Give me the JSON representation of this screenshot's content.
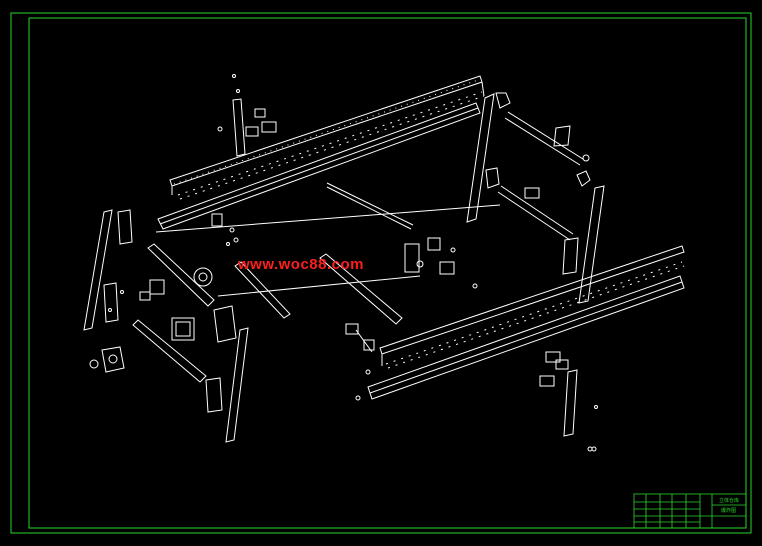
{
  "drawing": {
    "watermark": "www.woc88.com",
    "colors": {
      "background": "#000000",
      "line": "#ffffff",
      "frame": "#2ad62a",
      "watermark": "#ff1e1e"
    }
  },
  "title_block": {
    "title_1": "立体仓库",
    "title_2": "爆炸图"
  }
}
